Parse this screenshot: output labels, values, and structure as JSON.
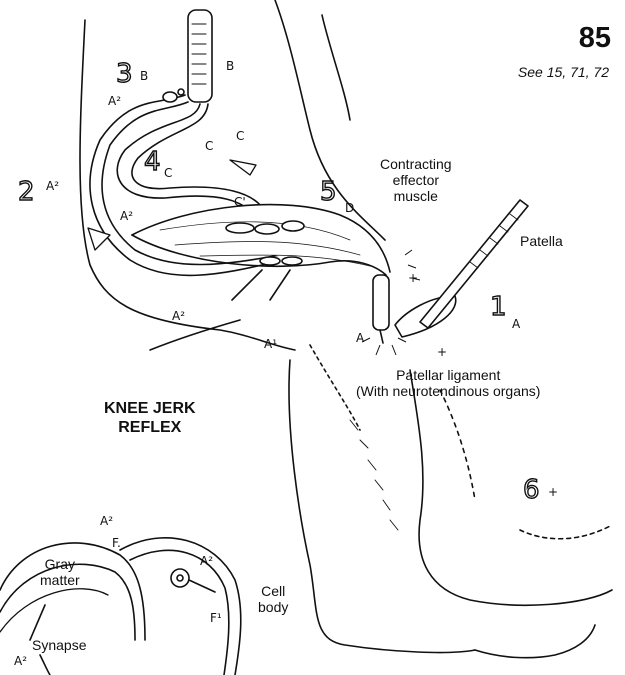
{
  "page": {
    "number": "85",
    "see_ref": "See 15, 71, 72",
    "title_line1": "KNEE JERK",
    "title_line2": "REFLEX"
  },
  "labels": {
    "contracting_line1": "Contracting",
    "contracting_line2": "effector",
    "contracting_line3": "muscle",
    "patella": "Patella",
    "patellar_ligament_line1": "Patellar ligament",
    "patellar_ligament_line2": "(With neurotendinous organs)",
    "gray_line1": "Gray",
    "gray_line2": "matter",
    "cell_line1": "Cell",
    "cell_line2": "body",
    "synapse": "Synapse"
  },
  "markers": {
    "step1": "1",
    "step1_letter": "A",
    "step2": "2",
    "step2_letter": "A²",
    "step3": "3",
    "step3_letter": "B",
    "step4": "4",
    "step4_letter": "C",
    "step5": "5",
    "step5_letter": "D",
    "step6": "6",
    "b": "B",
    "c": "C",
    "c_prime": "C'",
    "d": "D",
    "a": "A",
    "a1": "A¹",
    "a2": "A²",
    "f": "F.",
    "f1": "F¹"
  }
}
